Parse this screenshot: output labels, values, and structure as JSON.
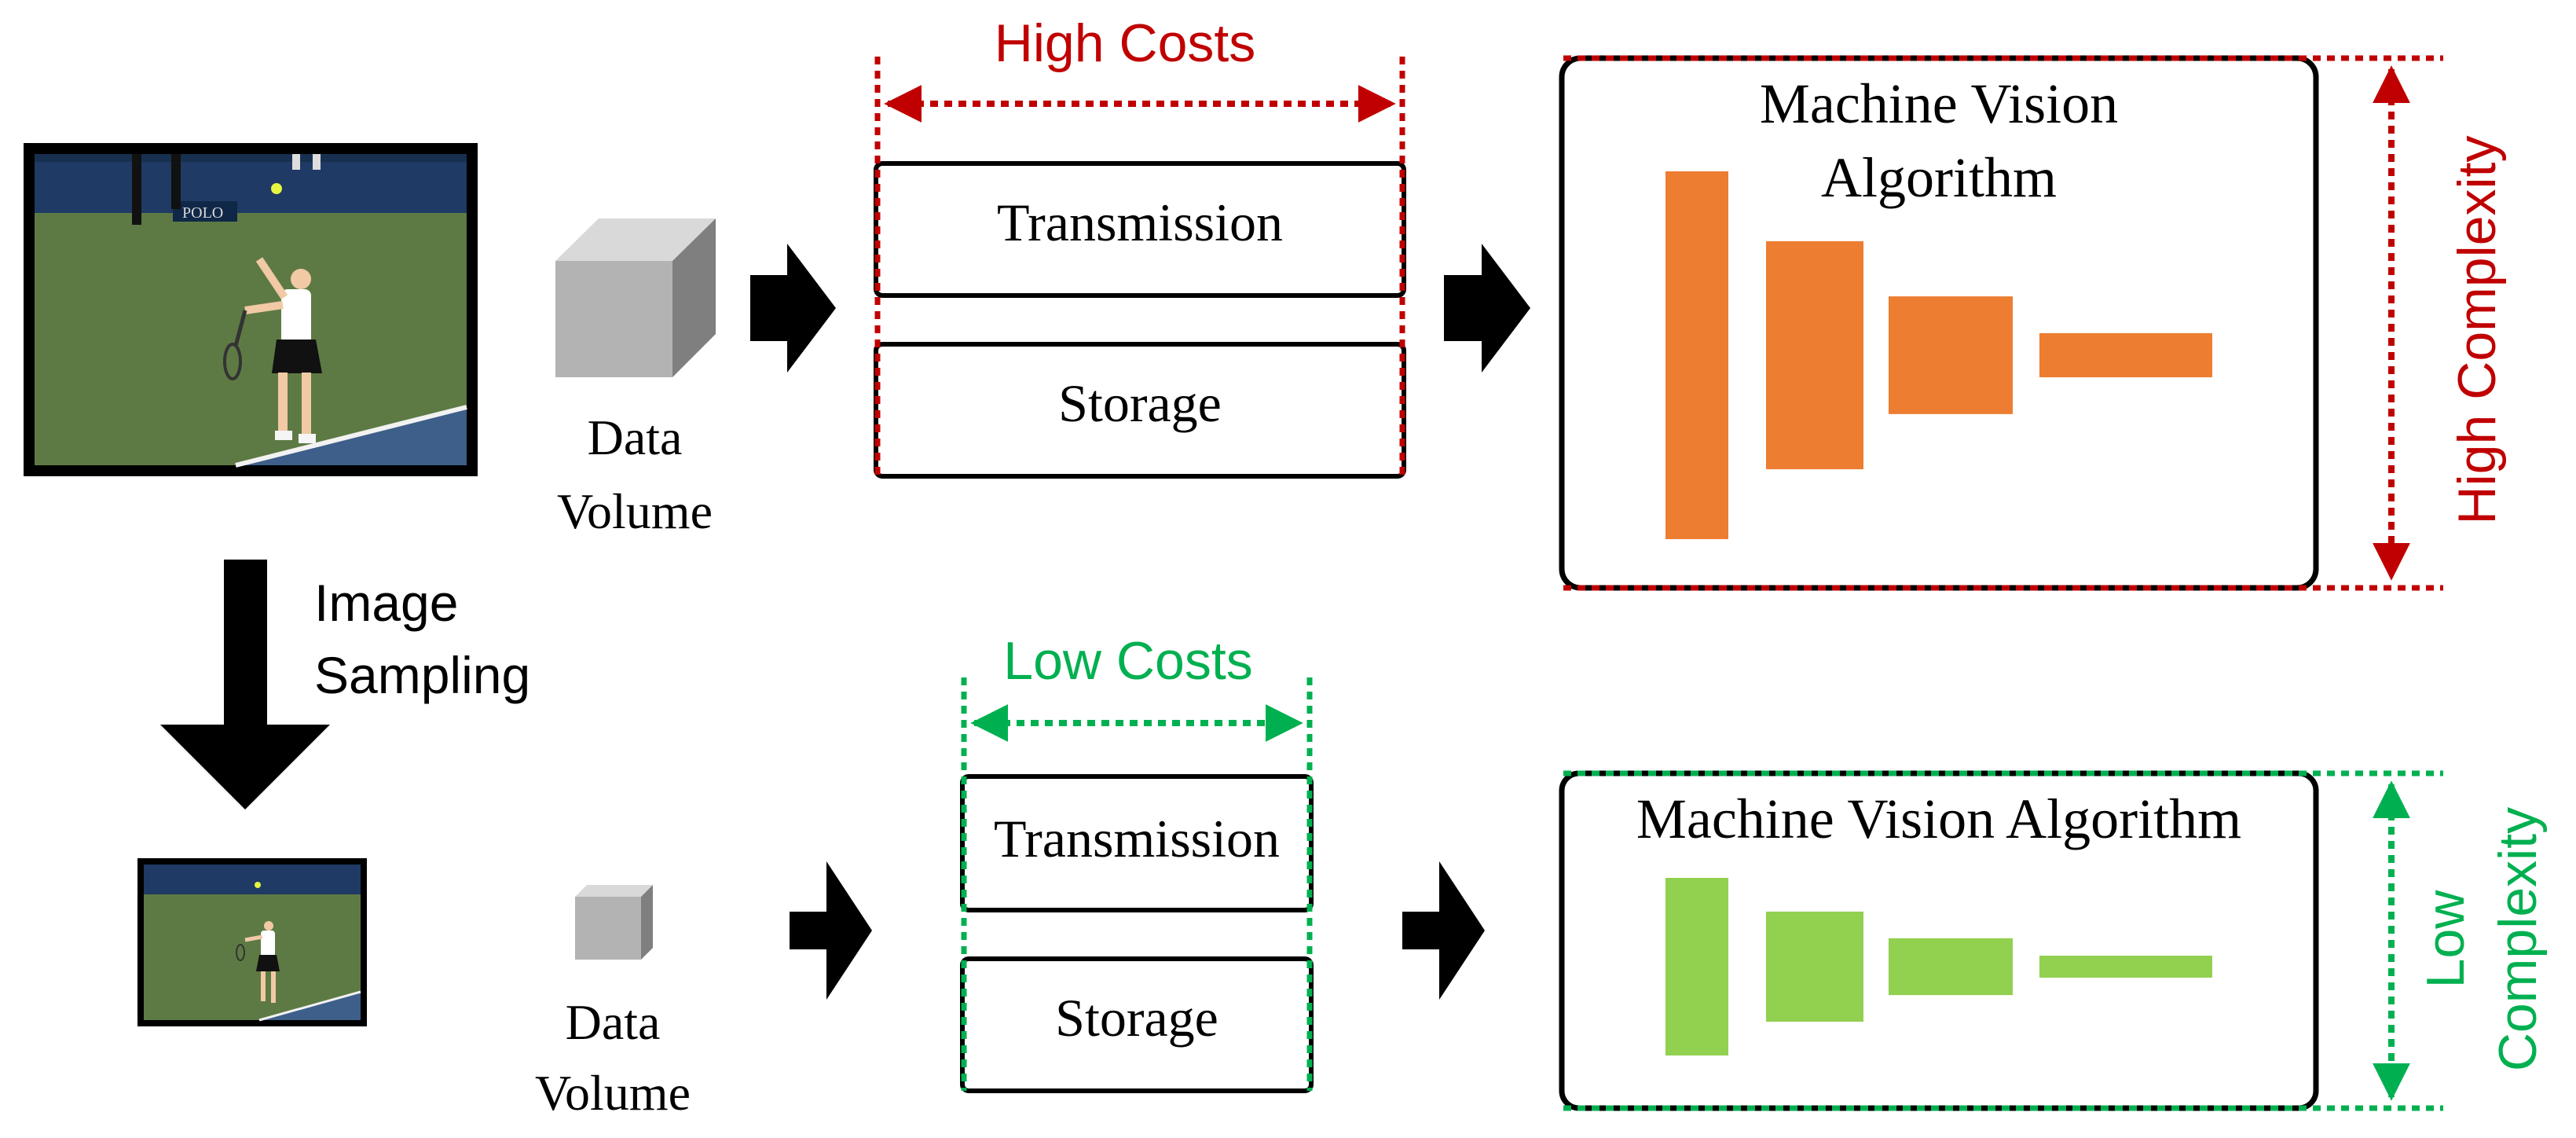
{
  "colors": {
    "high": "#c00000",
    "low": "#00b050",
    "orange": "#ed7d31",
    "green": "#92d050",
    "cube_front": "#b3b3b3",
    "cube_top": "#d9d9d9",
    "cube_side": "#7f7f7f",
    "court": "#5e7a44",
    "wall": "#1f3a64"
  },
  "top": {
    "data_volume": [
      "Data",
      "Volume"
    ],
    "costs_label": "High Costs",
    "transmission": "Transmission",
    "storage": "Storage",
    "algorithm_lines": [
      "Machine Vision",
      "Algorithm"
    ],
    "complexity_label": "High Complexity",
    "layer_heights": [
      1.0,
      0.62,
      0.32,
      0.12
    ]
  },
  "sampling": {
    "label_lines": [
      "Image",
      "Sampling"
    ]
  },
  "bottom": {
    "data_volume": [
      "Data",
      "Volume"
    ],
    "costs_label": "Low Costs",
    "transmission": "Transmission",
    "storage": "Storage",
    "algorithm_lines": [
      "Machine Vision Algorithm"
    ],
    "complexity_lines": [
      "Low",
      "Complexity"
    ],
    "layer_heights": [
      1.0,
      0.62,
      0.32,
      0.12
    ]
  },
  "photo": {
    "banner_text": "POLO"
  }
}
